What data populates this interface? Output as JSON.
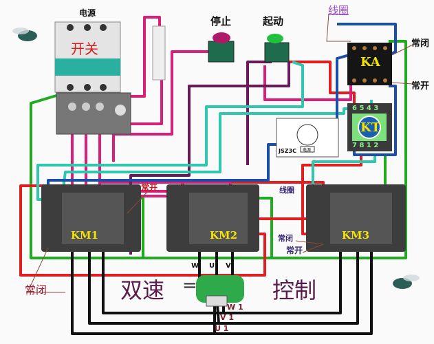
{
  "labels": {
    "power": "电源",
    "switch": "开关",
    "stop": "停止",
    "start": "起动",
    "coil_top": "线圈",
    "nc_top": "常闭",
    "no_top": "常开",
    "ka": "KA",
    "kt": "KT",
    "kt_pins_top": "6 5 4 3",
    "kt_pins_bottom": "7 8 1 2",
    "timer_model": "JSZ3C",
    "timer_power": "电源",
    "km1": "KM1",
    "km2": "KM2",
    "km3": "KM3",
    "km1_no": "常开",
    "km3_coil": "线圈",
    "km3_nc": "常闭",
    "km3_no": "常开",
    "km1_nc": "常闭",
    "motor_w": "W",
    "motor_u": "U",
    "motor_v": "V",
    "motor_w1": "W 1",
    "motor_v1": "V 1",
    "motor_u1": "U 1",
    "title_left": "双速",
    "title_eq": "=",
    "title_right": "控制"
  },
  "colors": {
    "magenta": "#d8207a",
    "cyan": "#2fc7b0",
    "blue": "#1c4fa8",
    "green": "#22aa22",
    "red": "#e02020",
    "black": "#111111",
    "purple": "#6a1a5a",
    "label_yellow": "#f4e400"
  }
}
